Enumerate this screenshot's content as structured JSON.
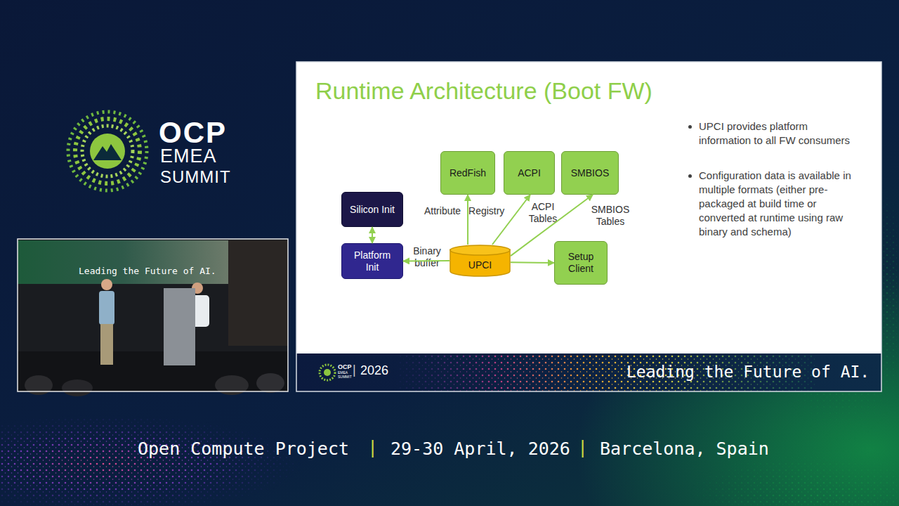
{
  "diagram": {
    "title": "Runtime Architecture (Boot FW)",
    "nodes": [
      {
        "text": [
          "RedFish"
        ]
      },
      {
        "text": [
          "ACPI"
        ]
      },
      {
        "text": [
          "SMBIOS"
        ]
      },
      {
        "text": [
          "Silicon Init"
        ]
      },
      {
        "text": [
          "Platform Init"
        ]
      },
      {
        "text": [
          "UPCI"
        ]
      },
      {
        "text": [
          "Setup Client"
        ]
      }
    ],
    "edges": [
      {
        "from": 3,
        "to": 4,
        "arrow": "both"
      },
      {
        "from": 5,
        "to": 4,
        "label": "Binary buffer",
        "arrow": "to"
      },
      {
        "from": 5,
        "to": 0,
        "label": "Attribute Registry",
        "arrow": "to"
      },
      {
        "from": 5,
        "to": 1,
        "label": "ACPI Tables",
        "arrow": "to"
      },
      {
        "from": 5,
        "to": 2,
        "label": "SMBIOS Tables",
        "arrow": "to"
      },
      {
        "from": 5,
        "to": 6,
        "arrow": "to"
      }
    ],
    "labels": [
      "OCP",
      "EMEA",
      "SUMMIT",
      "Leading the Future of AI.",
      "UPCI provides platform information to all FW consumers",
      "Configuration data is available in multiple formats (either pre-packaged at build time or converted at runtime using raw binary and schema)",
      "OCP",
      "EMEA",
      "SUMMIT",
      "|",
      "2026",
      "Leading the Future of AI.",
      "Open Compute Project",
      "|",
      "29-30 April, 2026",
      "|",
      "Barcelona, Spain"
    ]
  }
}
